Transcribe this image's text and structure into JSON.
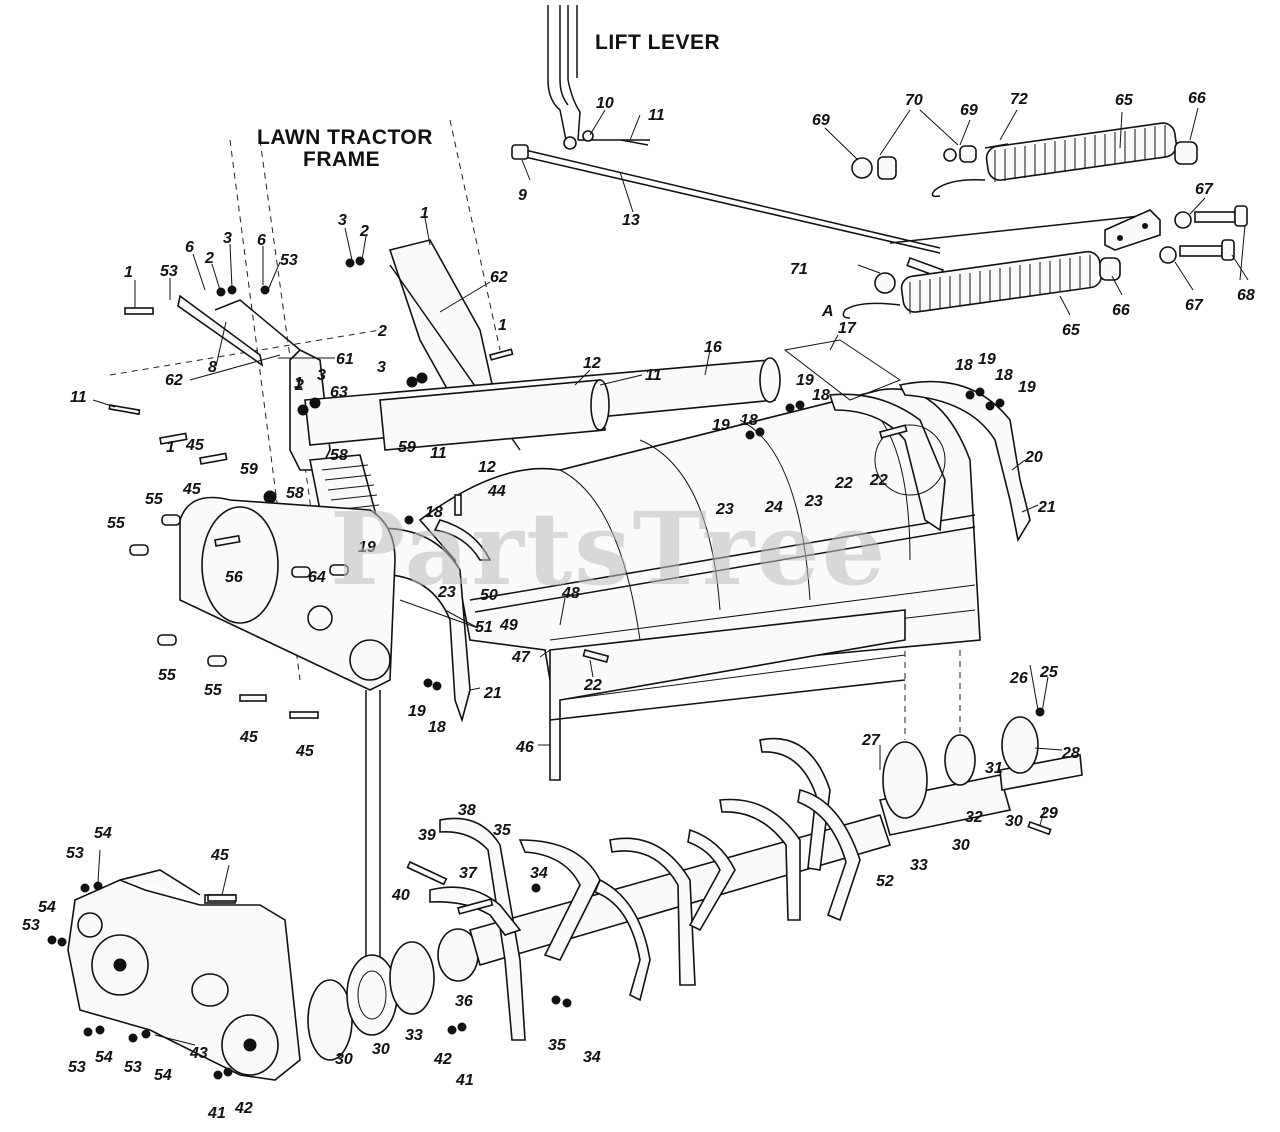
{
  "titles": {
    "lift_lever": "LIFT LEVER",
    "frame_line1": "LAWN TRACTOR",
    "frame_line2": "FRAME"
  },
  "watermark": "PartsTree",
  "point_label": "A",
  "callouts": [
    {
      "id": "c1",
      "t": "10"
    },
    {
      "id": "c2",
      "t": "11"
    },
    {
      "id": "c3",
      "t": "9"
    },
    {
      "id": "c4",
      "t": "13"
    },
    {
      "id": "c5",
      "t": "70"
    },
    {
      "id": "c6",
      "t": "69"
    },
    {
      "id": "c7",
      "t": "69"
    },
    {
      "id": "c8",
      "t": "72"
    },
    {
      "id": "c9",
      "t": "65"
    },
    {
      "id": "c10",
      "t": "66"
    },
    {
      "id": "c11",
      "t": "67"
    },
    {
      "id": "c12",
      "t": "68"
    },
    {
      "id": "c13",
      "t": "67"
    },
    {
      "id": "c14",
      "t": "66"
    },
    {
      "id": "c15",
      "t": "65"
    },
    {
      "id": "c16",
      "t": "71"
    },
    {
      "id": "c17",
      "t": "3"
    },
    {
      "id": "c18",
      "t": "2"
    },
    {
      "id": "c19",
      "t": "1"
    },
    {
      "id": "c20",
      "t": "62"
    },
    {
      "id": "c21",
      "t": "1"
    },
    {
      "id": "c22",
      "t": "53"
    },
    {
      "id": "c23",
      "t": "6"
    },
    {
      "id": "c24",
      "t": "2"
    },
    {
      "id": "c25",
      "t": "3"
    },
    {
      "id": "c26",
      "t": "6"
    },
    {
      "id": "c27",
      "t": "53"
    },
    {
      "id": "c28",
      "t": "8"
    },
    {
      "id": "c29",
      "t": "62"
    },
    {
      "id": "c30",
      "t": "61"
    },
    {
      "id": "c31",
      "t": "11"
    },
    {
      "id": "c32",
      "t": "1"
    },
    {
      "id": "c33",
      "t": "2"
    },
    {
      "id": "c34",
      "t": "3"
    },
    {
      "id": "c35",
      "t": "63"
    },
    {
      "id": "c36",
      "t": "2"
    },
    {
      "id": "c37",
      "t": "3"
    },
    {
      "id": "c38",
      "t": "1"
    },
    {
      "id": "c39",
      "t": "12"
    },
    {
      "id": "c40",
      "t": "11"
    },
    {
      "id": "c41",
      "t": "16"
    },
    {
      "id": "c42",
      "t": "17"
    },
    {
      "id": "c43",
      "t": "11"
    },
    {
      "id": "c44",
      "t": "12"
    },
    {
      "id": "c45",
      "t": "59"
    },
    {
      "id": "c46",
      "t": "58"
    },
    {
      "id": "c47",
      "t": "45"
    },
    {
      "id": "c48",
      "t": "1"
    },
    {
      "id": "c49",
      "t": "59"
    },
    {
      "id": "c50",
      "t": "58"
    },
    {
      "id": "c51",
      "t": "44"
    },
    {
      "id": "c52",
      "t": "55"
    },
    {
      "id": "c53",
      "t": "45"
    },
    {
      "id": "c54",
      "t": "55"
    },
    {
      "id": "c55",
      "t": "56"
    },
    {
      "id": "c56",
      "t": "18"
    },
    {
      "id": "c57",
      "t": "19"
    },
    {
      "id": "c58",
      "t": "64"
    },
    {
      "id": "c59",
      "t": "23"
    },
    {
      "id": "c60",
      "t": "50"
    },
    {
      "id": "c61",
      "t": "49"
    },
    {
      "id": "c62",
      "t": "51"
    },
    {
      "id": "c63",
      "t": "55"
    },
    {
      "id": "c64",
      "t": "55"
    },
    {
      "id": "c65",
      "t": "45"
    },
    {
      "id": "c66",
      "t": "45"
    },
    {
      "id": "c67",
      "t": "19"
    },
    {
      "id": "c68",
      "t": "18"
    },
    {
      "id": "c69",
      "t": "21"
    },
    {
      "id": "c70",
      "t": "48"
    },
    {
      "id": "c71",
      "t": "47"
    },
    {
      "id": "c72",
      "t": "22"
    },
    {
      "id": "c73",
      "t": "46"
    },
    {
      "id": "c74",
      "t": "18"
    },
    {
      "id": "c75",
      "t": "19"
    },
    {
      "id": "c76",
      "t": "18"
    },
    {
      "id": "c77",
      "t": "19"
    },
    {
      "id": "c78",
      "t": "19"
    },
    {
      "id": "c79",
      "t": "18"
    },
    {
      "id": "c80",
      "t": "18"
    },
    {
      "id": "c81",
      "t": "19"
    },
    {
      "id": "c82",
      "t": "20"
    },
    {
      "id": "c83",
      "t": "21"
    },
    {
      "id": "c84",
      "t": "22"
    },
    {
      "id": "c85",
      "t": "22"
    },
    {
      "id": "c86",
      "t": "23"
    },
    {
      "id": "c87",
      "t": "24"
    },
    {
      "id": "c88",
      "t": "23"
    },
    {
      "id": "c89",
      "t": "26"
    },
    {
      "id": "c90",
      "t": "25"
    },
    {
      "id": "c91",
      "t": "27"
    },
    {
      "id": "c92",
      "t": "28"
    },
    {
      "id": "c93",
      "t": "31"
    },
    {
      "id": "c94",
      "t": "32"
    },
    {
      "id": "c95",
      "t": "30"
    },
    {
      "id": "c96",
      "t": "29"
    },
    {
      "id": "c97",
      "t": "30"
    },
    {
      "id": "c98",
      "t": "52"
    },
    {
      "id": "c99",
      "t": "33"
    },
    {
      "id": "c100",
      "t": "38"
    },
    {
      "id": "c101",
      "t": "39"
    },
    {
      "id": "c102",
      "t": "35"
    },
    {
      "id": "c103",
      "t": "34"
    },
    {
      "id": "c104",
      "t": "37"
    },
    {
      "id": "c105",
      "t": "40"
    },
    {
      "id": "c106",
      "t": "36"
    },
    {
      "id": "c107",
      "t": "35"
    },
    {
      "id": "c108",
      "t": "34"
    },
    {
      "id": "c109",
      "t": "42"
    },
    {
      "id": "c110",
      "t": "41"
    },
    {
      "id": "c111",
      "t": "33"
    },
    {
      "id": "c112",
      "t": "30"
    },
    {
      "id": "c113",
      "t": "30"
    },
    {
      "id": "c114",
      "t": "45"
    },
    {
      "id": "c115",
      "t": "54"
    },
    {
      "id": "c116",
      "t": "53"
    },
    {
      "id": "c117",
      "t": "54"
    },
    {
      "id": "c118",
      "t": "53"
    },
    {
      "id": "c119",
      "t": "53"
    },
    {
      "id": "c120",
      "t": "54"
    },
    {
      "id": "c121",
      "t": "53"
    },
    {
      "id": "c122",
      "t": "54"
    },
    {
      "id": "c123",
      "t": "43"
    },
    {
      "id": "c124",
      "t": "41"
    },
    {
      "id": "c125",
      "t": "42"
    }
  ]
}
